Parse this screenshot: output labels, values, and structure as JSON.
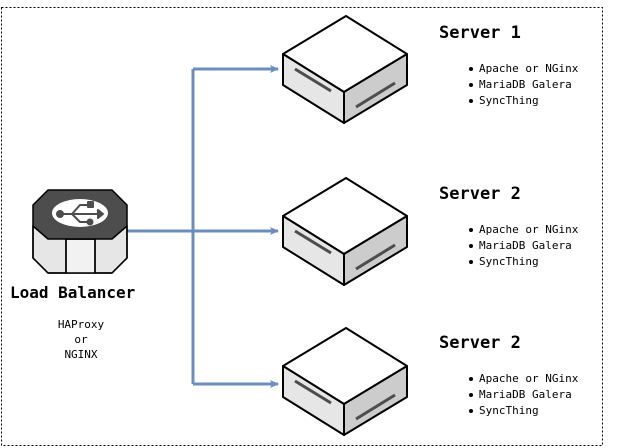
{
  "load_balancer": {
    "title": "Load Balancer",
    "software": [
      "HAProxy",
      "or",
      "NGINX"
    ]
  },
  "servers": [
    {
      "title": "Server 1",
      "services": [
        "Apache or NGinx",
        "MariaDB Galera",
        "SyncThing"
      ]
    },
    {
      "title": "Server 2",
      "services": [
        "Apache or NGinx",
        "MariaDB Galera",
        "SyncThing"
      ]
    },
    {
      "title": "Server 2",
      "services": [
        "Apache or NGinx",
        "MariaDB Galera",
        "SyncThing"
      ]
    }
  ],
  "colors": {
    "connector": "#6c8ebf",
    "outline": "#000000",
    "top_face": "#ffffff",
    "front_face": "#e6e6e6",
    "side_face": "#cccccc",
    "border": "#000000"
  },
  "icons": {
    "load_balancer": "load-balancer-appliance-icon",
    "server": "server-box-icon",
    "network": "network-usb-icon"
  }
}
